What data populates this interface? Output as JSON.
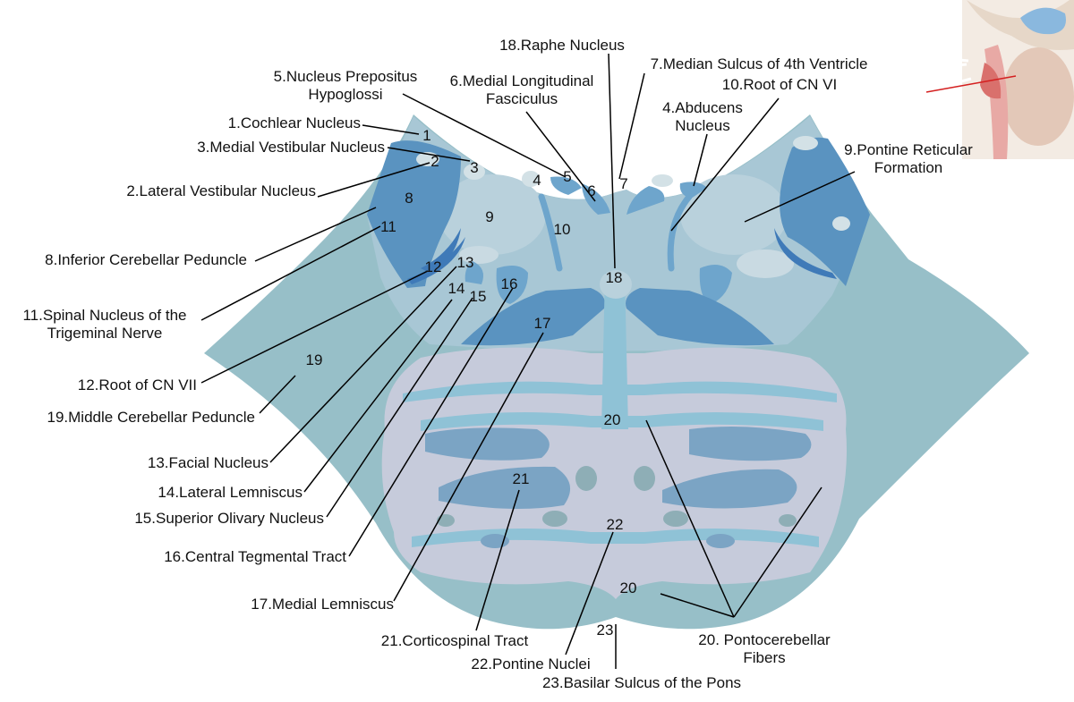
{
  "diagram": {
    "labels": {
      "l1": "1.Cochlear Nucleus",
      "l2": "2.Lateral Vestibular Nucleus",
      "l3": "3.Medial Vestibular Nucleus",
      "l4a": "4.Abducens",
      "l4b": "Nucleus",
      "l5a": "5.Nucleus Prepositus",
      "l5b": "Hypoglossi",
      "l6a": "6.Medial Longitudinal",
      "l6b": "Fasciculus",
      "l7": "7.Median Sulcus of 4th Ventricle",
      "l8": "8.Inferior Cerebellar Peduncle",
      "l9a": "9.Pontine Reticular",
      "l9b": "Formation",
      "l10": "10.Root of CN VI",
      "l11a": "11.Spinal Nucleus of the",
      "l11b": "Trigeminal Nerve",
      "l12": "12.Root of CN VII",
      "l13": "13.Facial Nucleus",
      "l14": "14.Lateral Lemniscus",
      "l15": "15.Superior Olivary Nucleus",
      "l16": "16.Central Tegmental Tract",
      "l17": "17.Medial Lemniscus",
      "l18": "18.Raphe Nucleus",
      "l19": "19.Middle Cerebellar Peduncle",
      "l20a": "20. Pontocerebellar",
      "l20b": "Fibers",
      "l21": "21.Corticospinal Tract",
      "l22": "22.Pontine Nuclei",
      "l23": "23.Basilar Sulcus of the Pons"
    },
    "numbers": {
      "n1": "1",
      "n2": "2",
      "n3": "3",
      "n4": "4",
      "n5": "5",
      "n6": "6",
      "n7": "7",
      "n8": "8",
      "n9": "9",
      "n10": "10",
      "n11": "11",
      "n12": "12",
      "n13": "13",
      "n14": "14",
      "n15": "15",
      "n16": "16",
      "n17": "17",
      "n18": "18",
      "n19": "19",
      "n20a": "20",
      "n20b": "20",
      "n21": "21",
      "n22": "22",
      "n23": "23"
    },
    "colors": {
      "outer": "#97bfc8",
      "tegmentum": "#a8c7d5",
      "tegmentum_light": "#b9d1dc",
      "basilar": "#c6cbdb",
      "nucleus_dark": "#5a93c0",
      "nucleus_mid": "#6ea5cc",
      "tract_dark": "#3f7ab8",
      "light_patch": "#d3e1e6",
      "basilar_blue": "#7ba4c4",
      "basilar_teal": "#8eaeb6",
      "fibers": "#8fc2d6",
      "inset_line": "#d42020"
    }
  }
}
